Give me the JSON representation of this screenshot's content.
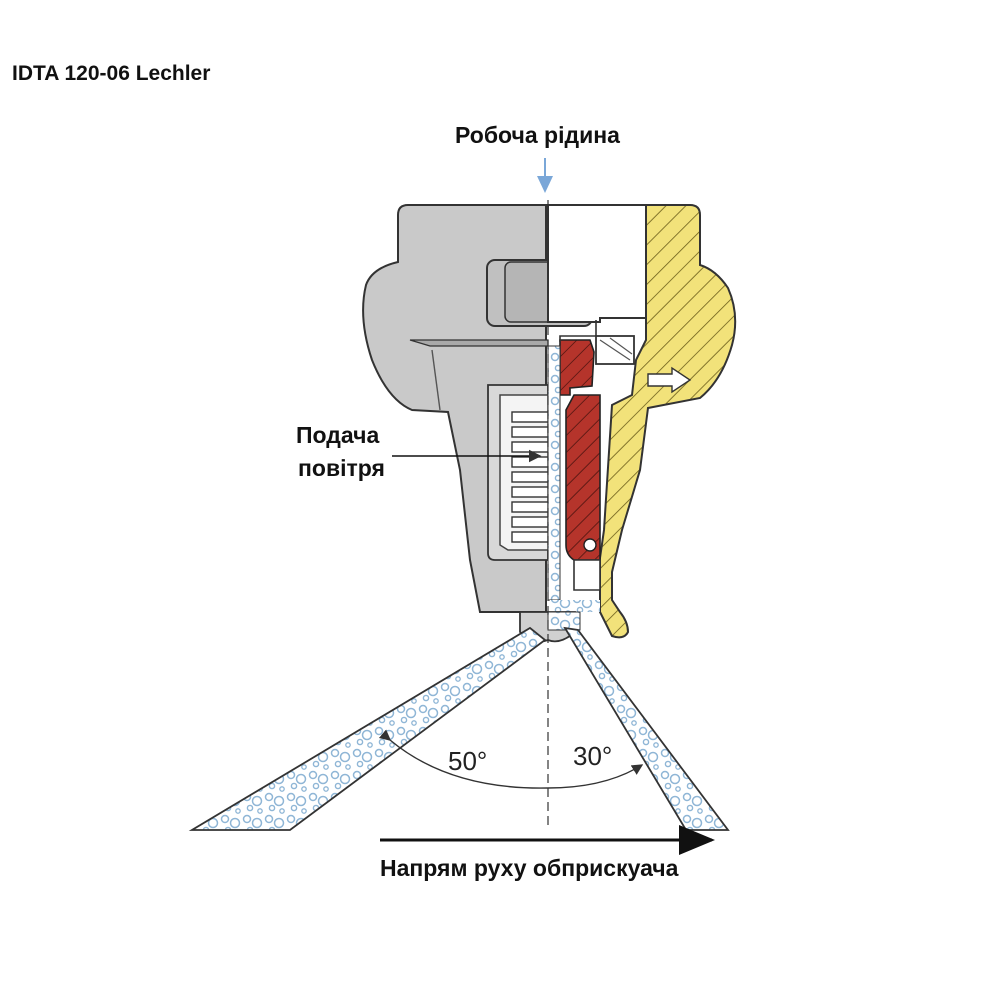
{
  "title": "IDTA 120-06 Lechler",
  "labels": {
    "fluid_inlet": "Робоча рідина",
    "air_supply_line1": "Подача",
    "air_supply_line2": "повітря",
    "direction": "Напрям руху обприскуача"
  },
  "angles": {
    "left": "50°",
    "right": "30°"
  },
  "colors": {
    "body_gray": "#c8c8c8",
    "yellow_section": "#f2e27a",
    "red_insert": "#b5342b",
    "droplet_blue": "#8fb6d6",
    "arrow_blue": "#7aa7d8"
  }
}
